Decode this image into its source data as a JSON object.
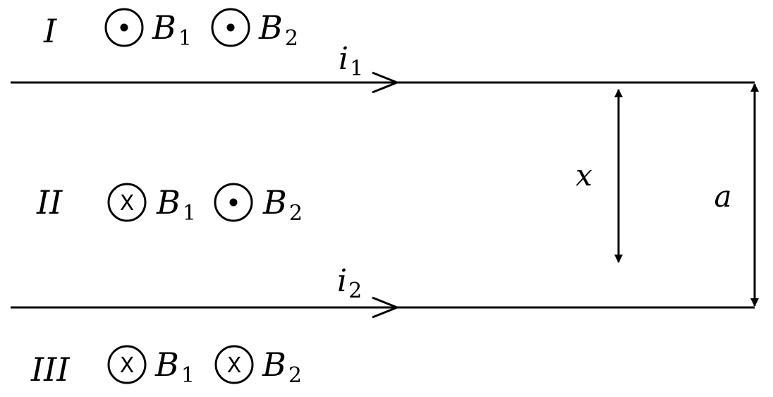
{
  "regions": [
    {
      "label": "I",
      "fields": [
        {
          "symbol": "dot",
          "name": "B",
          "sub": "1"
        },
        {
          "symbol": "dot",
          "name": "B",
          "sub": "2"
        }
      ]
    },
    {
      "label": "II",
      "fields": [
        {
          "symbol": "cross",
          "name": "B",
          "sub": "1"
        },
        {
          "symbol": "dot",
          "name": "B",
          "sub": "2"
        }
      ]
    },
    {
      "label": "III",
      "fields": [
        {
          "symbol": "cross",
          "name": "B",
          "sub": "1"
        },
        {
          "symbol": "cross",
          "name": "B",
          "sub": "2"
        }
      ]
    }
  ],
  "wires": [
    {
      "current": "i",
      "sub": "1"
    },
    {
      "current": "i",
      "sub": "2"
    }
  ],
  "dimensions": {
    "x": "x",
    "a": "a"
  },
  "cross_glyph": "X"
}
